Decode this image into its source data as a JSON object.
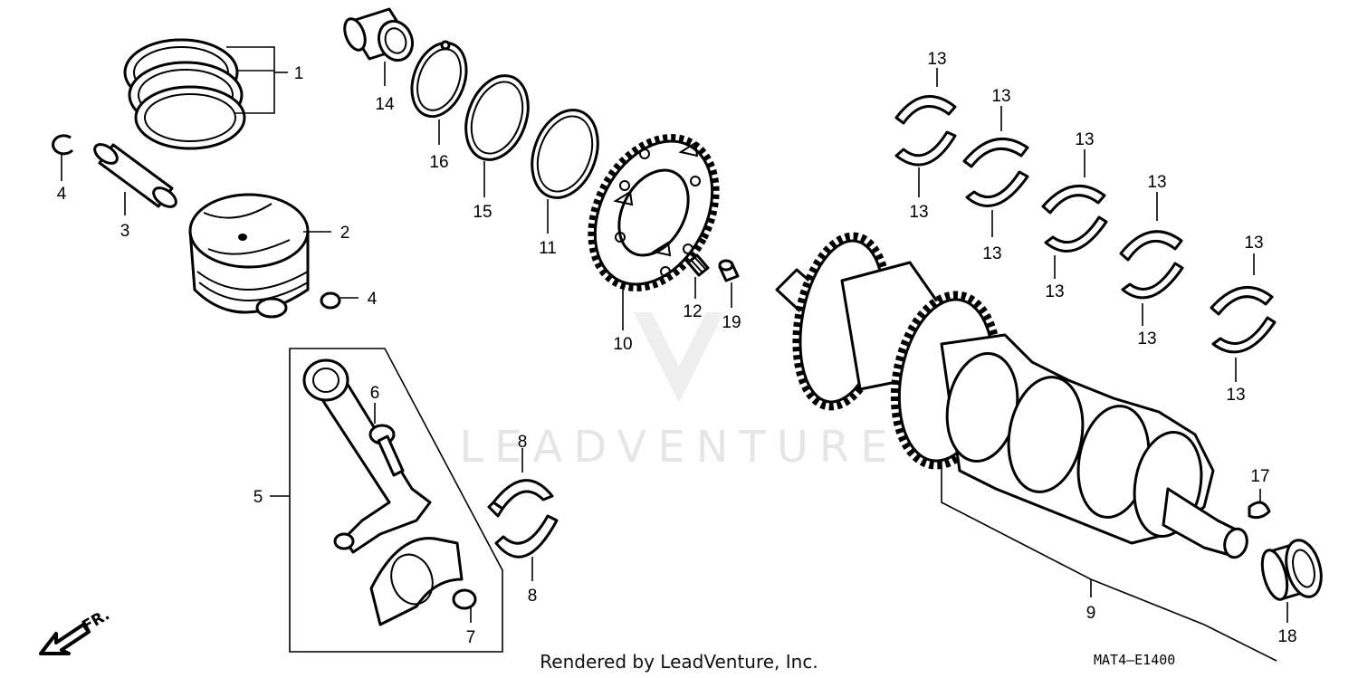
{
  "watermark": "LEADVENTURE",
  "footer": {
    "credit": "Rendered by LeadVenture, Inc.",
    "diagram_code": "MAT4–E1400"
  },
  "orientation": {
    "label": "FR.",
    "icon": "arrow-down-left-icon"
  },
  "callouts": {
    "c1": "1",
    "c2": "2",
    "c3": "3",
    "c4a": "4",
    "c4b": "4",
    "c5": "5",
    "c6": "6",
    "c7": "7",
    "c8a": "8",
    "c8b": "8",
    "c9": "9",
    "c10": "10",
    "c11": "11",
    "c12": "12",
    "c13a": "13",
    "c13b": "13",
    "c13c": "13",
    "c13d": "13",
    "c13e": "13",
    "c13f": "13",
    "c13g": "13",
    "c13h": "13",
    "c13i": "13",
    "c13j": "13",
    "c14": "14",
    "c15": "15",
    "c16": "16",
    "c17": "17",
    "c18": "18",
    "c19": "19"
  }
}
